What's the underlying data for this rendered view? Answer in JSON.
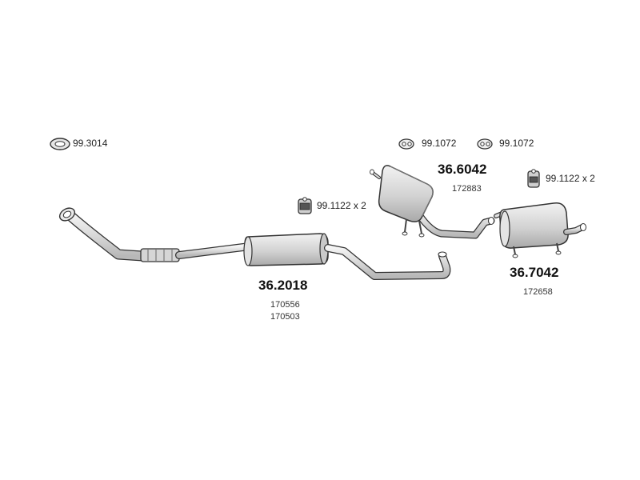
{
  "parts": {
    "gasket": {
      "code": "99.3014"
    },
    "clamp_left": {
      "code": "99.1072"
    },
    "clamp_right": {
      "code": "99.1072"
    },
    "mount_center": {
      "code": "99.1122 x 2"
    },
    "mount_right": {
      "code": "99.1122 x 2"
    },
    "front_section": {
      "code": "36.2018",
      "refs": [
        "170556",
        "170503"
      ]
    },
    "middle_silencer": {
      "code": "36.6042",
      "refs": [
        "172883"
      ]
    },
    "rear_silencer": {
      "code": "36.7042",
      "refs": [
        "172658"
      ]
    }
  }
}
